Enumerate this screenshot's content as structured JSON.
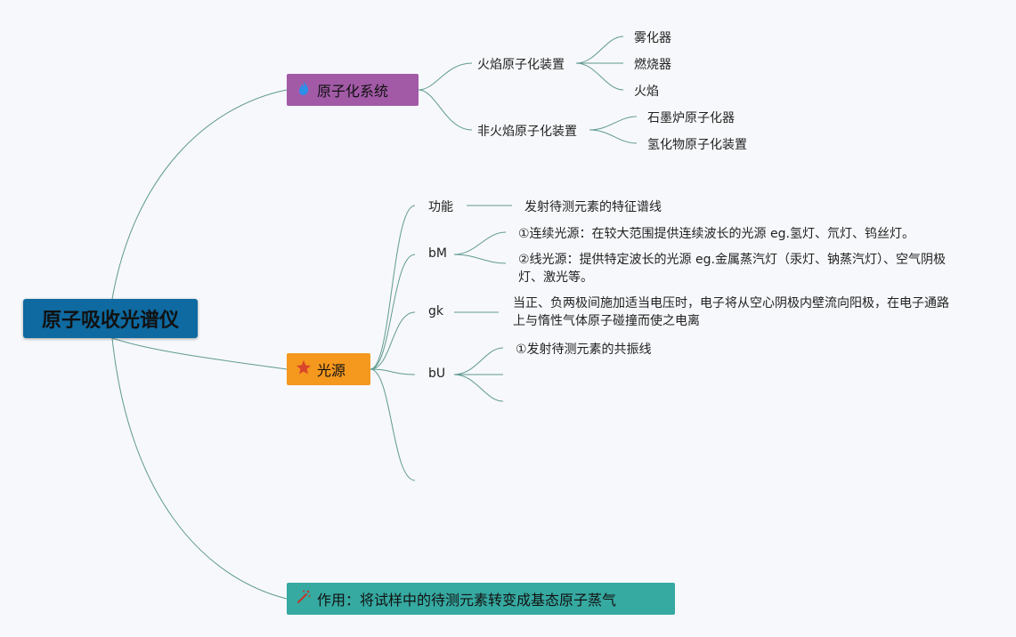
{
  "root": {
    "label": "原子吸收光谱仪"
  },
  "branches": {
    "atomization": {
      "label": "原子化系统",
      "icon": "flame-icon",
      "color": "#a25aa7",
      "flame_device": {
        "label": "火焰原子化装置",
        "items": [
          "雾化器",
          "燃烧器",
          "火焰"
        ]
      },
      "nonflame_device": {
        "label": "非火焰原子化装置",
        "items": [
          "石墨炉原子化器",
          "氢化物原子化装置"
        ]
      }
    },
    "light_source": {
      "label": "光源",
      "icon": "star-icon",
      "color": "#f4981e",
      "function": {
        "label": "功能",
        "desc": "发射待测元素的特征谱线"
      },
      "bm": {
        "label": "bM",
        "items": [
          "①连续光源：在较大范围提供连续波长的光源 eg.氢灯、氘灯、钨丝灯。",
          "②线光源：提供特定波长的光源 eg.金属蒸汽灯（汞灯、钠蒸汽灯）、空气阴极灯、激光等。"
        ]
      },
      "gk": {
        "label": "gk",
        "desc": "当正、负两极间施加适当电压时，电子将从空心阴极内壁流向阳极，在电子通路上与惰性气体原子碰撞而使之电离"
      },
      "bu": {
        "label": "bU",
        "items": [
          "①发射待测元素的共振线"
        ]
      }
    },
    "function_note": {
      "label": "作用：将试样中的待测元素转变成基态原子蒸气",
      "icon": "magic-wand-icon",
      "color": "#36a9a1"
    }
  },
  "colors": {
    "root": "#0e6aa0",
    "line": "#5f9a91",
    "background": "#f7f8fb"
  }
}
